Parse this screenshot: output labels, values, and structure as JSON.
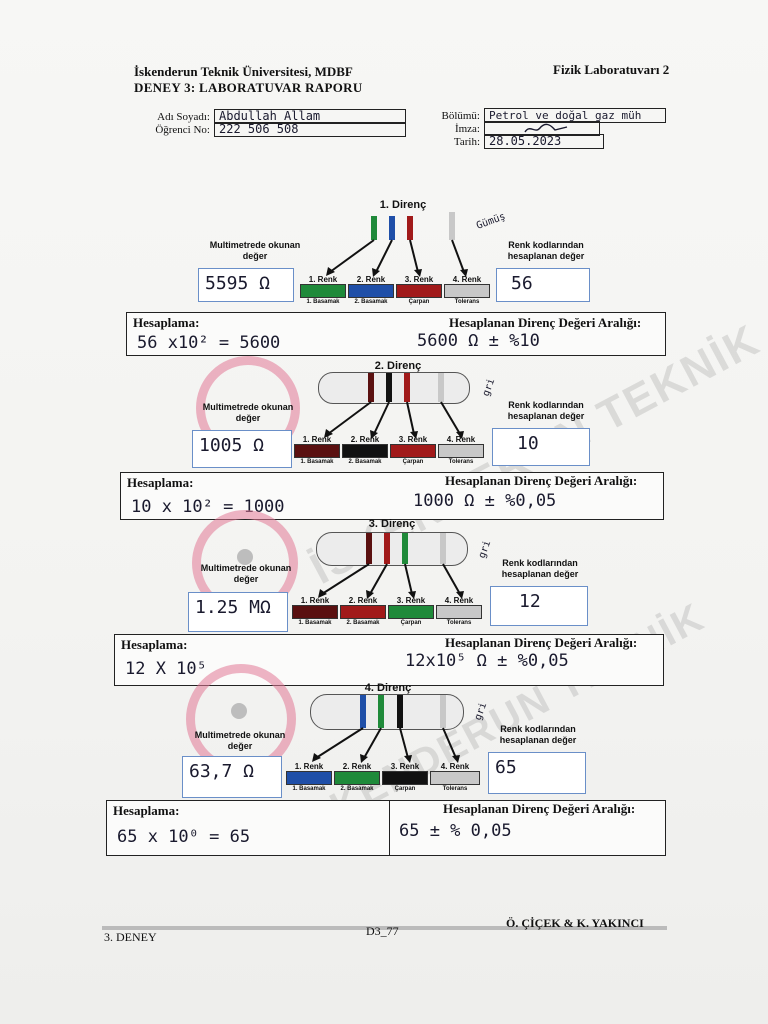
{
  "header": {
    "university": "İskenderun Teknik Üniversitesi, MDBF",
    "experiment_title": "DENEY 3: LABORATUVAR RAPORU",
    "lab_name": "Fizik Laboratuvarı 2"
  },
  "student": {
    "name_label": "Adı Soyadı:",
    "name_value": "Abdullah Allam",
    "number_label": "Öğrenci No:",
    "number_value": "222 506 508",
    "department_label": "Bölümü:",
    "department_value": "Petrol ve doğal gaz müh",
    "signature_label": "İmza:",
    "date_label": "Tarih:",
    "date_value": "28.05.2023"
  },
  "common_labels": {
    "multimeter": "Multimetrede okunan değer",
    "color_code": "Renk kodlarından hesaplanan değer",
    "renk1": "1. Renk",
    "renk2": "2. Renk",
    "renk3": "3. Renk",
    "renk4": "4. Renk",
    "basamak1": "1. Basamak",
    "basamak2": "2. Basamak",
    "carpan": "Çarpan",
    "tolerans": "Tolerans",
    "hesaplama": "Hesaplama:",
    "range_label": "Hesaplanan Direnç Değeri Aralığı:"
  },
  "resistors": [
    {
      "title": "1. Direnç",
      "band_colors": [
        "#1f8a3a",
        "#1f4fa8",
        "#a11a1a",
        "#c8c8c8"
      ],
      "note": "Gümüş",
      "multimeter_value": "5595 Ω",
      "color_code_value": "56",
      "calculation": "56 x10² = 5600",
      "range": "5600 Ω ± %10"
    },
    {
      "title": "2. Direnç",
      "band_colors": [
        "#5a1010",
        "#111111",
        "#a11a1a",
        "#c8c8c8"
      ],
      "note": "gri",
      "multimeter_value": "1005 Ω",
      "color_code_value": "10",
      "calculation": "10 x 10² = 1000",
      "range": "1000 Ω ± %0,05"
    },
    {
      "title": "3. Direnç",
      "band_colors": [
        "#5a1010",
        "#a11a1a",
        "#1f8a3a",
        "#c8c8c8"
      ],
      "note": "gri",
      "multimeter_value": "1.25 MΩ",
      "color_code_value": "12",
      "calculation": "12 X 10⁵",
      "range": "12x10⁵ Ω ± %0,05"
    },
    {
      "title": "4. Direnç",
      "band_colors": [
        "#1f4fa8",
        "#1f8a3a",
        "#111111",
        "#c8c8c8"
      ],
      "note": "gri",
      "multimeter_value": "63,7 Ω",
      "color_code_value": "65",
      "calculation": "65 x 10⁰ = 65",
      "range": "65 ± % 0,05"
    }
  ],
  "watermark": "İSKENDERUN TEKNİK",
  "footer": {
    "left": "3. DENEY",
    "center": "D3_77",
    "right": "Ö. ÇİÇEK & K. YAKINCI"
  }
}
